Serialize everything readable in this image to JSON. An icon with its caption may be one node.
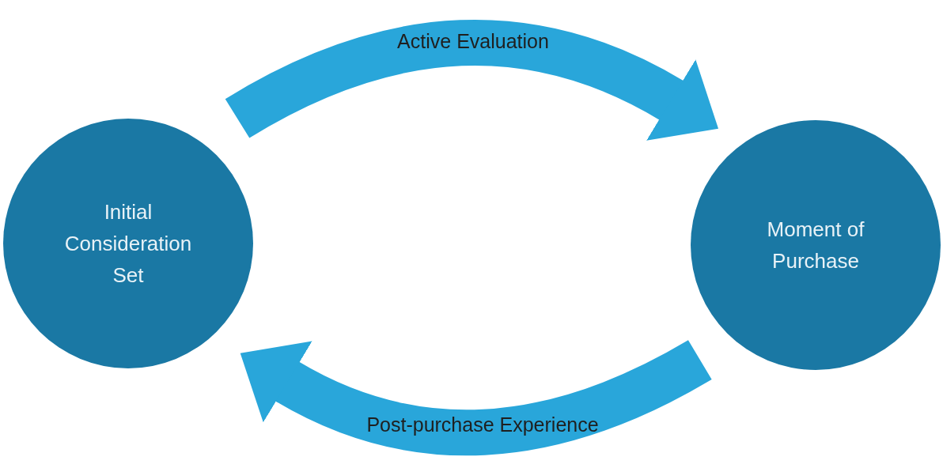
{
  "diagram": {
    "nodes": [
      {
        "text": [
          "Initial Consideration Set"
        ]
      },
      {
        "text": [
          "Moment of Purchase"
        ]
      }
    ],
    "edges": [
      {
        "from": 0,
        "to": 1,
        "arrow": "to",
        "label": "Active Evaluation"
      },
      {
        "from": 1,
        "to": 0,
        "arrow": "to",
        "label": "Post-purchase Experience"
      }
    ]
  }
}
